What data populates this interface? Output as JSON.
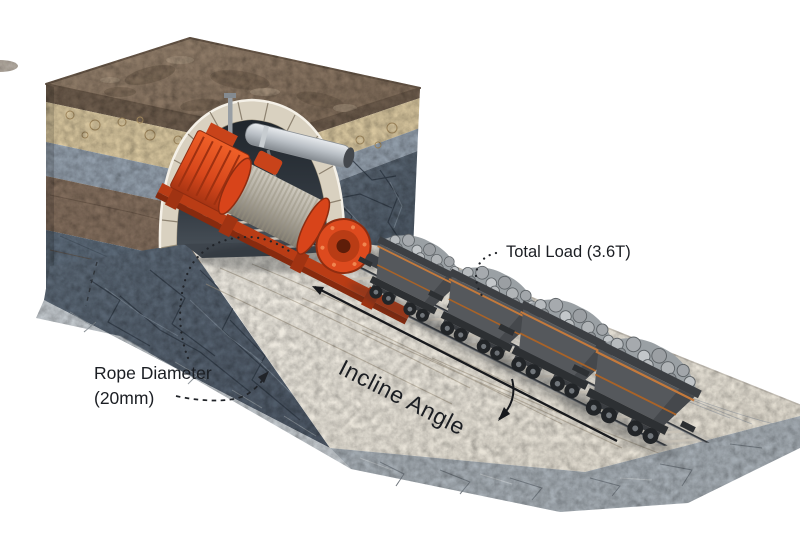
{
  "illustration": {
    "background": "#ffffff",
    "subject": "3D cutaway of a mine incline haulage system: red hoist winch inside an arched tunnel portal pulling loaded mine carts on rails up an incline",
    "cart_count": 4
  },
  "labels": {
    "total_load": "Total Load (3.6T)",
    "incline_angle": "Incline Angle",
    "rope_diameter_line1": "Rope Diameter",
    "rope_diameter_line2": "(20mm)"
  },
  "colors": {
    "label_text": "#1B1E23",
    "leader_line": "#212429",
    "winch_red": "#DD4A1E",
    "cart_gray": "#55585C",
    "cart_trim_orange": "#C57A3C",
    "marble_surface": "#EBE6DC",
    "soil_brown": "#8F7C69",
    "gravel_tan": "#D9C79F",
    "rock_blue_gray": "#4F5B6A"
  }
}
